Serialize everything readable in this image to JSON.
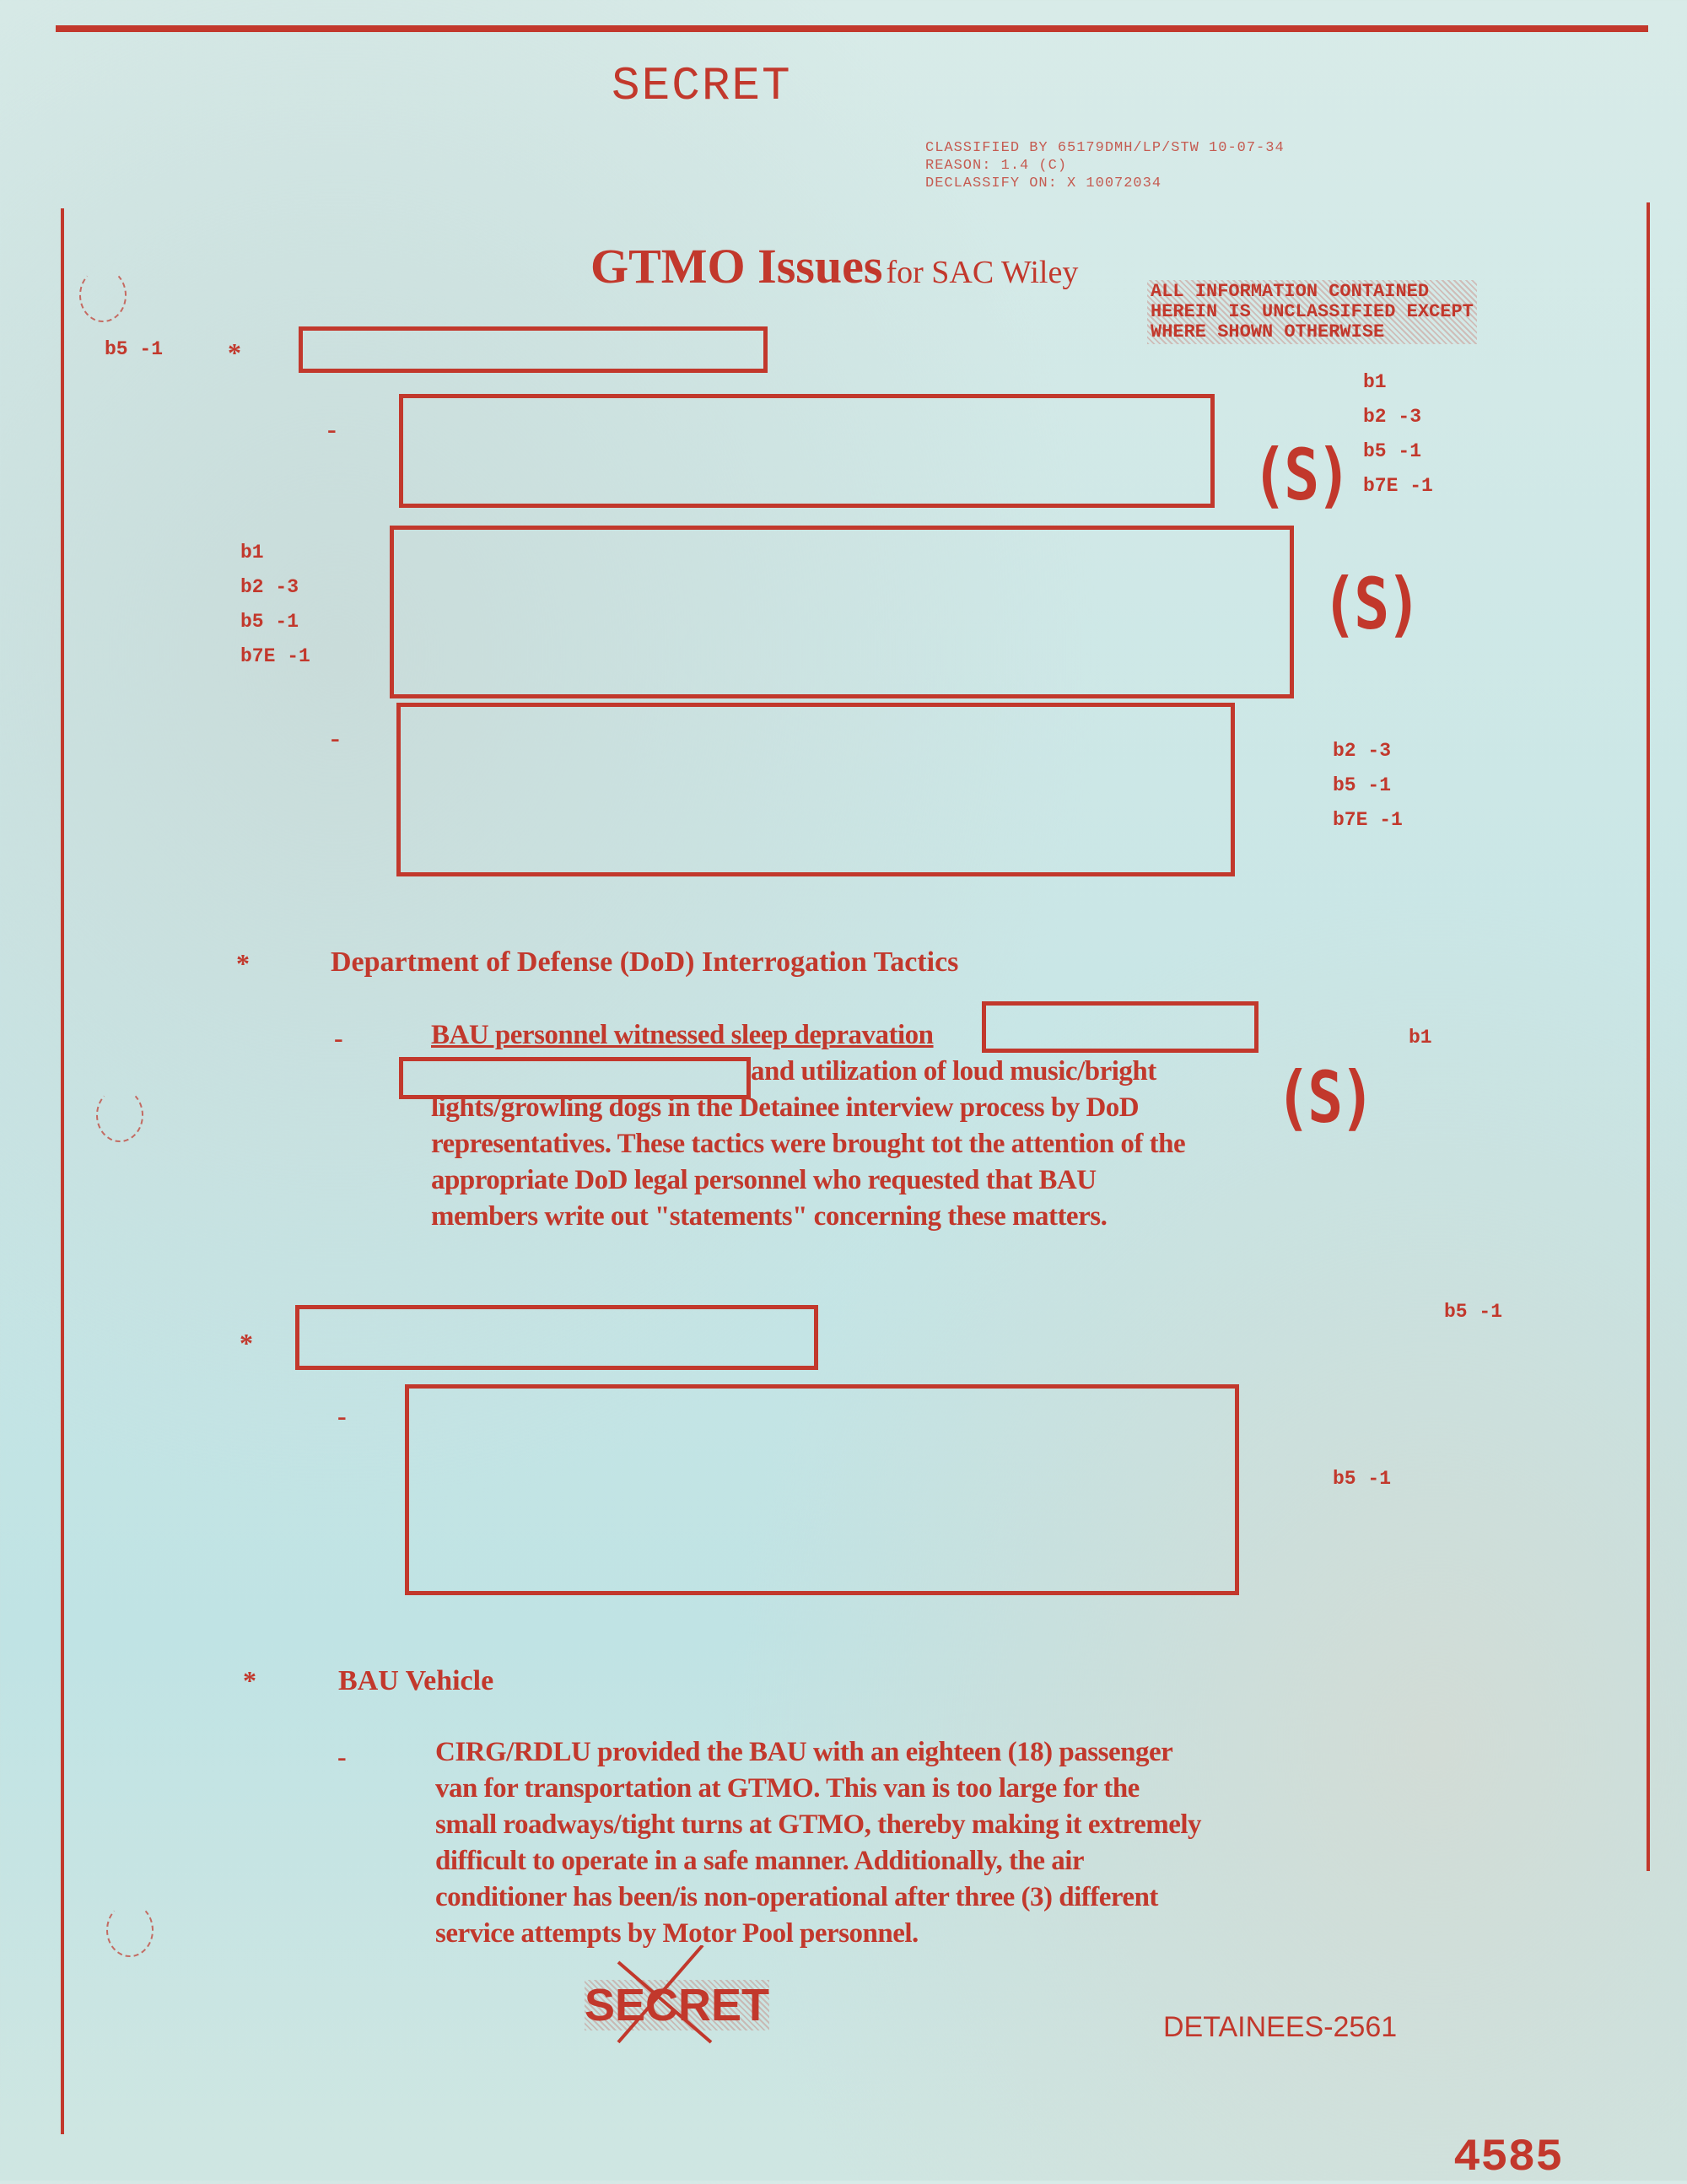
{
  "header": {
    "classification_top": "SECRET",
    "classification_block": [
      "CLASSIFIED BY 65179DMH/LP/STW 10-07-34",
      "REASON: 1.4 (C)",
      "DECLASSIFY ON: X 10072034"
    ],
    "declassification_stamp": [
      "ALL INFORMATION CONTAINED",
      "HEREIN IS UNCLASSIFIED EXCEPT",
      "WHERE SHOWN OTHERWISE"
    ]
  },
  "title": {
    "main": "GTMO Issues",
    "sub": "for SAC Wiley"
  },
  "sections": [
    {
      "bullet": "*",
      "exemptions": "b5 -1"
    },
    {
      "sub_exemptions": [
        "b1",
        "b2 -3",
        "b5 -1",
        "b7E -1"
      ],
      "classification_mark": "(S)"
    },
    {
      "left_exemptions": [
        "b1",
        "b2 -3",
        "b5 -1",
        "b7E -1"
      ],
      "classification_mark": "(S)"
    },
    {
      "sub_exemptions": [
        "b2 -3",
        "b5 -1",
        "b7E -1"
      ]
    },
    {
      "bullet": "*",
      "heading": "Department of Defense (DoD) Interrogation Tactics",
      "dash": "-",
      "text_line1": "BAU personnel witnessed sleep depravation",
      "text_line2": "and utilization of loud music/bright",
      "text_rest": [
        "lights/growling dogs in the Detainee interview process by DoD",
        "representatives.  These tactics were brought tot the attention of the",
        "appropriate DoD legal personnel who requested that BAU",
        "members write out \"statements\" concerning these matters."
      ],
      "exemptions": "b1",
      "classification_mark": "(S)"
    },
    {
      "bullet": "*",
      "exemptions": "b5 -1"
    },
    {
      "dash": "-",
      "exemptions": "b5 -1"
    },
    {
      "bullet": "*",
      "heading": "BAU Vehicle",
      "dash": "-",
      "text": [
        "CIRG/RDLU provided the BAU with an eighteen (18) passenger",
        "van for transportation at GTMO.  This van is too large for the",
        "small roadways/tight turns at GTMO, thereby making it extremely",
        "difficult to operate in a safe manner. Additionally, the air",
        "conditioner has been/is non-operational after three (3) different",
        "service attempts by Motor Pool personnel."
      ]
    }
  ],
  "footer": {
    "classification_bottom": "SECRET",
    "bates": "DETAINEES-2561",
    "page_number": "4585"
  },
  "colors": {
    "ink": "#c2382c",
    "paper": "#c9e6e6"
  }
}
